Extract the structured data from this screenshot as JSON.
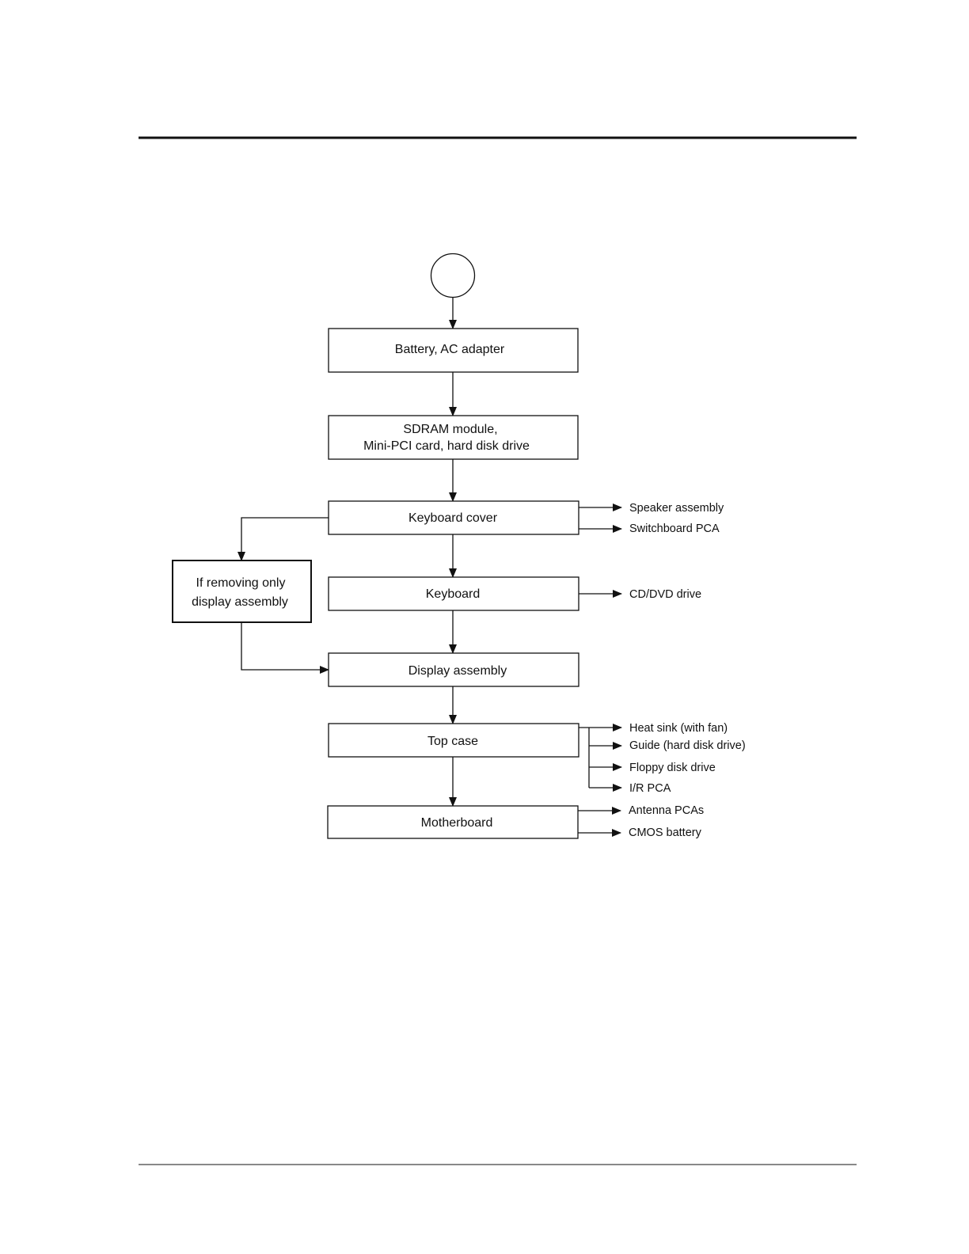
{
  "colors": {
    "ink": "#111111",
    "background": "#ffffff"
  },
  "diagram": {
    "start_circle_label": "",
    "nodes": {
      "battery": "Battery, AC adapter",
      "sdram_line1": "SDRAM module,",
      "sdram_line2": "Mini-PCI card, hard disk drive",
      "keyboard_cover": "Keyboard cover",
      "keyboard": "Keyboard",
      "display_assembly": "Display assembly",
      "top_case": "Top case",
      "motherboard": "Motherboard",
      "display_only_line1": "If removing only",
      "display_only_line2": "display assembly"
    },
    "side_items": {
      "keyboard_cover": [
        "Speaker assembly",
        "Switchboard PCA"
      ],
      "keyboard": [
        "CD/DVD drive"
      ],
      "top_case": [
        "Heat sink (with fan)",
        "Guide (hard disk drive)",
        "Floppy disk drive",
        "I/R PCA"
      ],
      "motherboard": [
        "Antenna PCAs",
        "CMOS battery"
      ]
    }
  }
}
